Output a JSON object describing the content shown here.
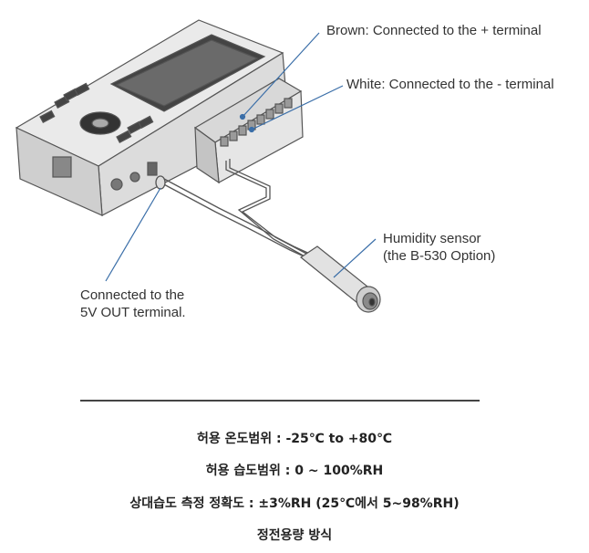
{
  "diagram": {
    "callouts": {
      "brown": "Brown: Connected to the + terminal",
      "white": "White: Connected to the - terminal",
      "sensor_line1": "Humidity sensor",
      "sensor_line2": "(the B-530 Option)",
      "out_line1": "Connected to the",
      "out_line2": "5V OUT terminal."
    },
    "colors": {
      "leader": "#3a6ea8",
      "outline": "#555555",
      "text": "#333333"
    }
  },
  "specs": {
    "temperature_range": "허용 온도범위 : -25℃ to +80℃",
    "humidity_range": "허용 습도범위 : 0 ~ 100%RH",
    "accuracy": "상대습도 측정 정확도 : ±3%RH (25℃에서 5~98%RH)",
    "method": "정전용량 방식"
  }
}
